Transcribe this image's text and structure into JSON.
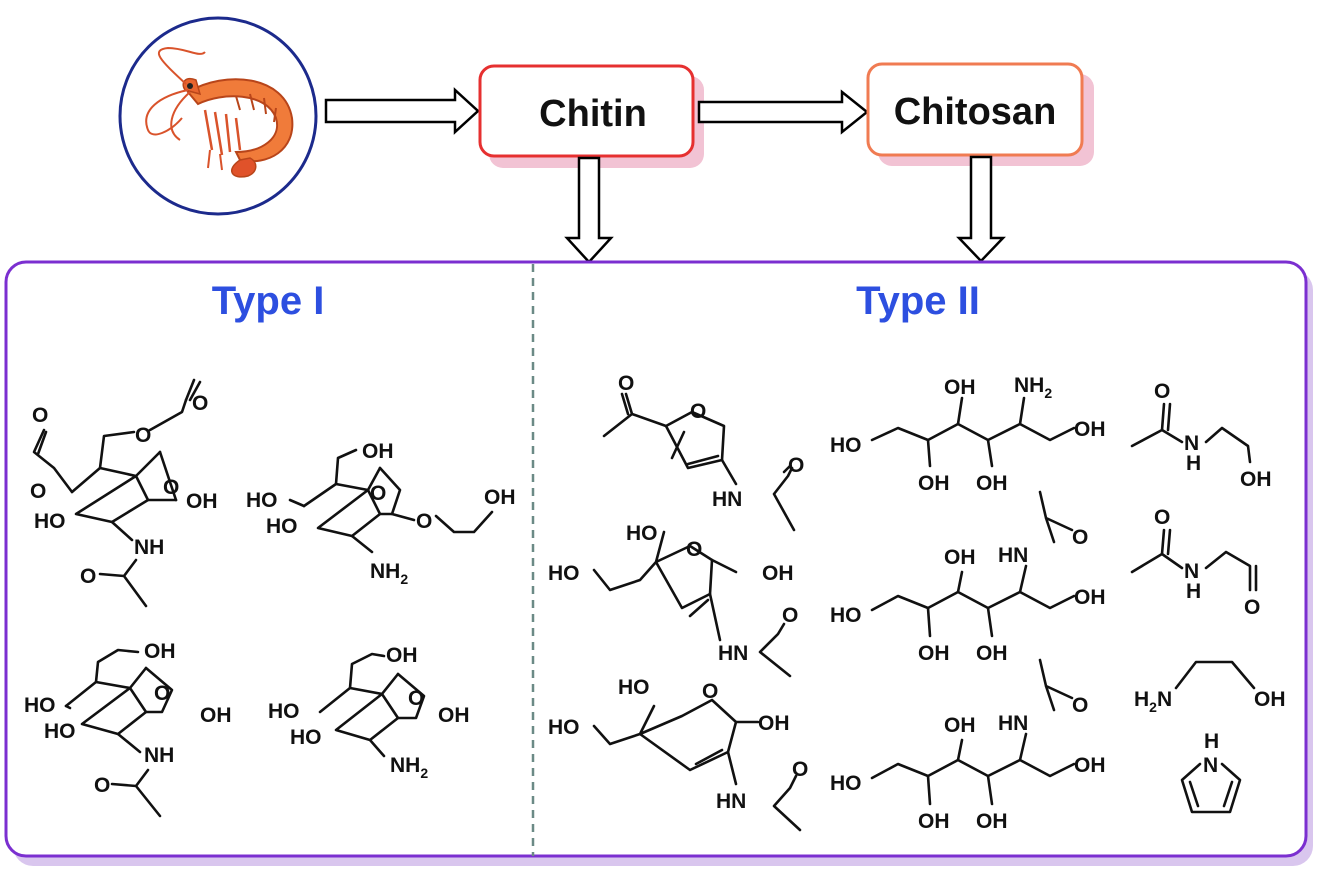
{
  "flow": {
    "source_label": "",
    "chitin": "Chitin",
    "chitosan": "Chitosan"
  },
  "panel": {
    "type1": "Type I",
    "type2": "Type II"
  },
  "labels": {
    "OH": "OH",
    "HO": "HO",
    "O": "O",
    "NH": "NH",
    "HN": "HN",
    "NH2_main": "NH",
    "NH2_sub": "2",
    "H2N_h": "H",
    "H2N_n": "N",
    "N": "N",
    "H": "H"
  },
  "colors": {
    "panel_border": "#7b2fd0",
    "panel_shadow": "#d9c6ee",
    "type_text": "#2d4fe0",
    "chitin_border": "#e63030",
    "chitosan_border": "#f07b52",
    "box_shadow": "#f2c3d4",
    "circle_border": "#1c2a8c",
    "divider": "#6b8a86"
  }
}
